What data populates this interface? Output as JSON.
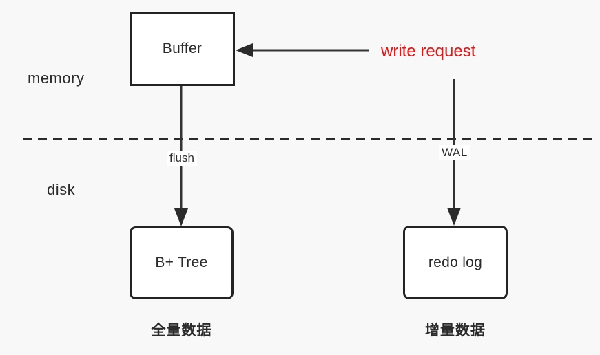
{
  "colors": {
    "background": "#f8f8f8",
    "ink": "#2b2b2b",
    "box_border": "#232323",
    "box_fill": "#ffffff",
    "arrow": "#333333",
    "accent_red": "#e81414"
  },
  "diagram": {
    "zones": {
      "memory": "memory",
      "disk": "disk"
    },
    "nodes": {
      "buffer": {
        "label": "Buffer"
      },
      "bptree": {
        "label": "B+ Tree",
        "caption": "全量数据"
      },
      "redolog": {
        "label": "redo log",
        "caption": "增量数据"
      }
    },
    "edges": {
      "write_request": {
        "label": "write request"
      },
      "flush": {
        "label": "flush"
      },
      "wal": {
        "label": "WAL"
      }
    }
  }
}
